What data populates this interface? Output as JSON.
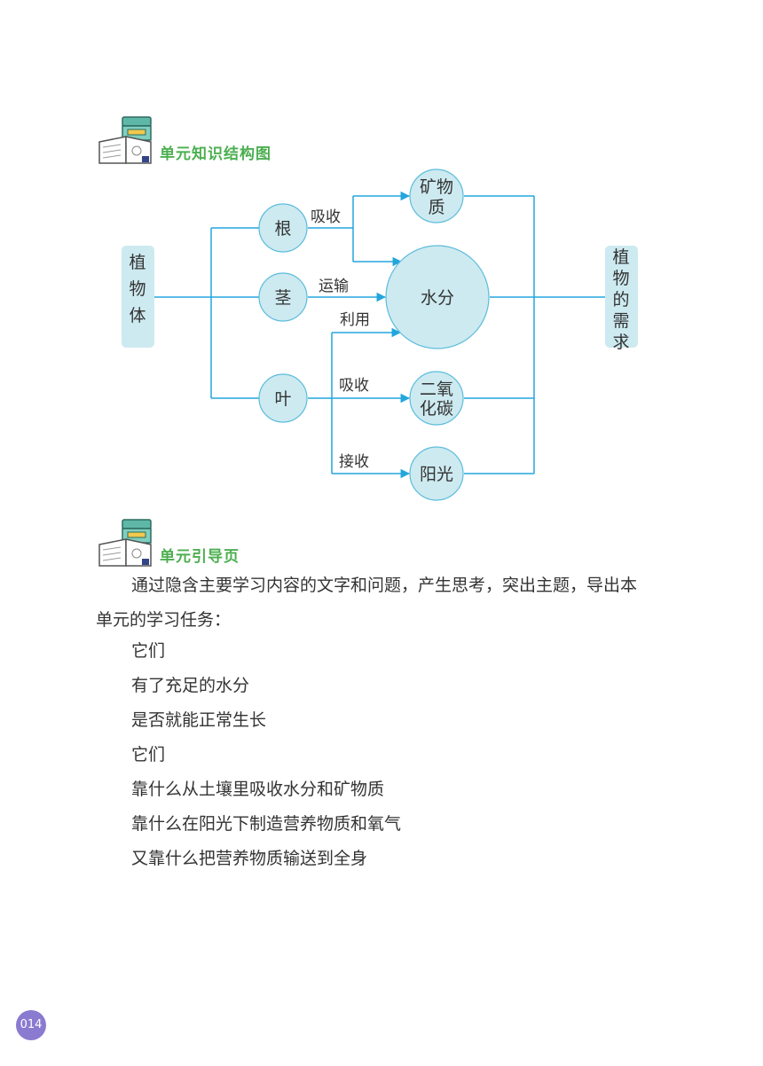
{
  "colors": {
    "line": "#23a6dd",
    "node_fill": "#cdeaf0",
    "node_stroke": "#5bbcdc",
    "title_green": "#4caf50",
    "page_badge": "#8a7bd1"
  },
  "sections": {
    "knowledge_map_title": "单元知识结构图",
    "guide_title": "单元引导页"
  },
  "diagram": {
    "left_box": "植物体",
    "right_box": "植物的需求",
    "organs": {
      "root": "根",
      "stem": "茎",
      "leaf": "叶"
    },
    "needs": {
      "mineral": "矿物质",
      "water": "水分",
      "co2": "二氧化碳",
      "sunlight": "阳光"
    },
    "mineral_lines": [
      "矿物",
      "质"
    ],
    "co2_lines": [
      "二氧",
      "化碳"
    ],
    "edges": {
      "root_absorb": "吸收",
      "stem_transport": "运输",
      "leaf_use": "利用",
      "leaf_absorb": "吸收",
      "leaf_receive": "接收"
    }
  },
  "guide": {
    "intro_line1": "通过隐含主要学习内容的文字和问题，产生思考，突出主题，导出本",
    "intro_line2": "单元的学习任务：",
    "lines": [
      "它们",
      "有了充足的水分",
      "是否就能正常生长",
      "它们",
      "靠什么从土壤里吸收水分和矿物质",
      "靠什么在阳光下制造营养物质和氧气",
      "又靠什么把营养物质输送到全身"
    ]
  },
  "page_number": "014"
}
